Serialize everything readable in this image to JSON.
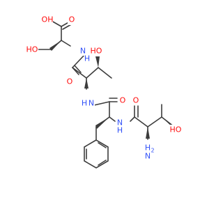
{
  "structure": {
    "atoms": {
      "acid_oh": "OH",
      "acid_o": "O",
      "ser_ho": "HO",
      "ser_nh": "N",
      "ser_nh_h": "H",
      "thr_ho": "HO",
      "amide1_o": "O",
      "thr_nh": "N",
      "thr_nh_h": "H",
      "amide2_o": "O",
      "phe_nh": "N",
      "phe_nh_h": "H",
      "amide3_o": "O",
      "nterm_ho": "HO",
      "nterm_n": "N",
      "nterm_h2": "H",
      "nterm_h2_sub": "2"
    },
    "colors": {
      "bond": "#3c3c3c",
      "oxygen": "#ff0d0d",
      "nitrogen": "#3050f8"
    }
  }
}
